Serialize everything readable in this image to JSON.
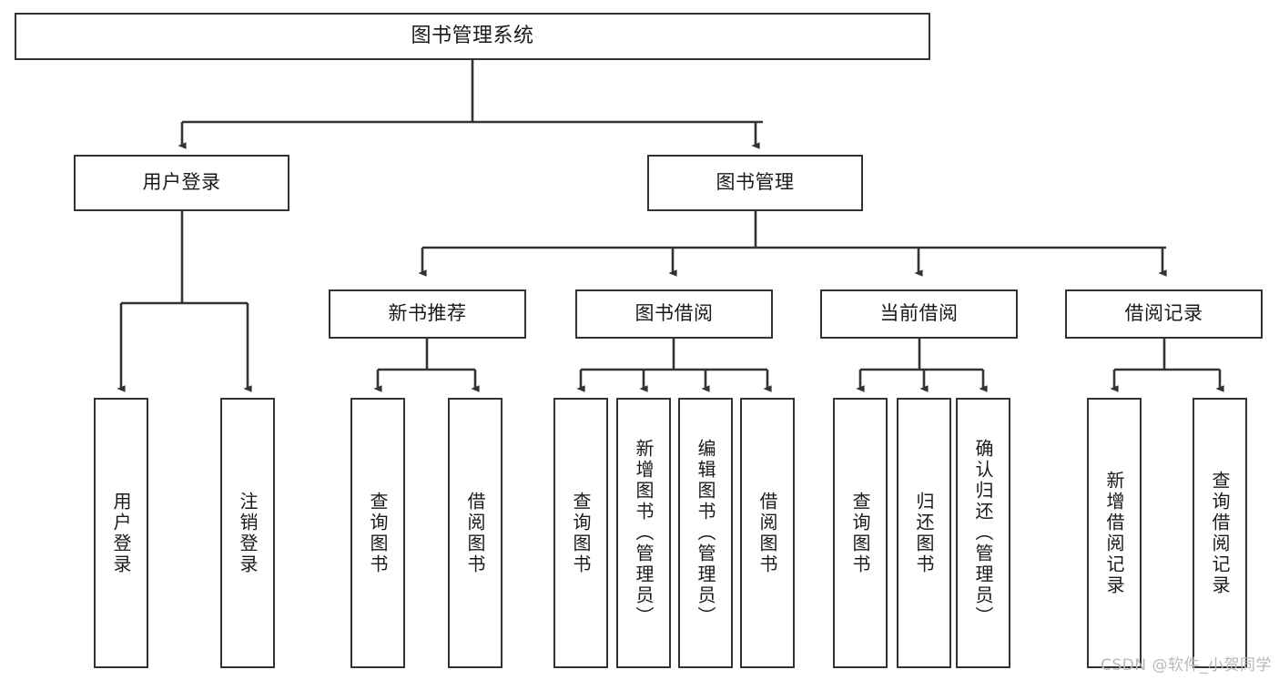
{
  "diagram": {
    "title": "图书管理系统",
    "type": "tree-hierarchy-diagram",
    "colors": {
      "stroke": "#333333",
      "fill": "#ffffff",
      "text": "#1a1a1a",
      "watermark": "#b9b9b9"
    }
  },
  "root": {
    "label": "图书管理系统"
  },
  "level2": [
    {
      "label": "用户登录"
    },
    {
      "label": "图书管理"
    }
  ],
  "level3": [
    {
      "label": "新书推荐"
    },
    {
      "label": "图书借阅"
    },
    {
      "label": "当前借阅"
    },
    {
      "label": "借阅记录"
    }
  ],
  "leaves": {
    "user_login": [
      {
        "label": "用户登录"
      },
      {
        "label": "注销登录"
      }
    ],
    "new_book_recommend": [
      {
        "label": "查询图书"
      },
      {
        "label": "借阅图书"
      }
    ],
    "book_borrow": [
      {
        "label": "查询图书"
      },
      {
        "label": "新增图书（管理员）"
      },
      {
        "label": "编辑图书（管理员）"
      },
      {
        "label": "借阅图书"
      }
    ],
    "current_borrow": [
      {
        "label": "查询图书"
      },
      {
        "label": "归还图书"
      },
      {
        "label": "确认归还（管理员）"
      }
    ],
    "borrow_records": [
      {
        "label": "新增借阅记录"
      },
      {
        "label": "查询借阅记录"
      }
    ]
  },
  "watermark": {
    "text": "CSDN @软件_小贺同学"
  }
}
